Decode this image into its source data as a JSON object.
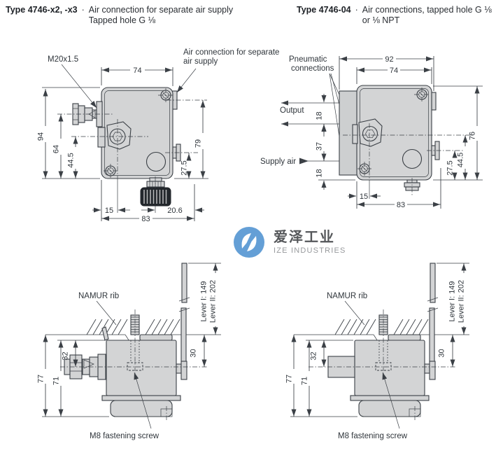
{
  "header_left": {
    "type": "Type 4746-x2, -x3",
    "dot": "·",
    "line1": "Air connection for separate air supply",
    "line2": "Tapped hole G ⅛"
  },
  "header_right": {
    "type": "Type 4746-04",
    "dot": "·",
    "line1": "Air connections, tapped hole G ⅛",
    "line2": "or ⅛ NPT"
  },
  "d1": {
    "label_gland": "M20x1.5",
    "label_air_1": "Air connection for separate",
    "label_air_2": "air supply",
    "dim_74": "74",
    "dim_94": "94",
    "dim_64": "64",
    "dim_445": "44.5",
    "dim_79": "79",
    "dim_275": "27.5",
    "dim_15": "15",
    "dim_206": "20.6",
    "dim_83": "83"
  },
  "d2": {
    "label_pneu_1": "Pneumatic",
    "label_pneu_2": "connections",
    "label_output": "Output",
    "label_supply": "Supply air",
    "dim_92": "92",
    "dim_74": "74",
    "dim_18a": "18",
    "dim_37": "37",
    "dim_18b": "18",
    "dim_76": "76",
    "dim_445": "44.5",
    "dim_275": "27.5",
    "dim_15": "15",
    "dim_83": "83"
  },
  "d3": {
    "label_namur": "NAMUR rib",
    "label_screw": "M8 fastening screw",
    "dim_32": "32",
    "dim_77": "77",
    "dim_71": "71",
    "dim_30": "30",
    "lever_i": "Lever I:  149",
    "lever_ii": "Lever II:  202"
  },
  "d4": {
    "label_namur": "NAMUR rib",
    "label_screw": "M8 fastening screw",
    "dim_32": "32",
    "dim_77": "77",
    "dim_71": "71",
    "dim_30": "30",
    "lever_i": "Lever I:  149",
    "lever_ii": "Lever II:  202"
  },
  "watermark": {
    "zh": "爱泽工业",
    "en": "IZE INDUSTRIES"
  },
  "colors": {
    "line": "#3b4046",
    "body_fill": "#d3d4d5",
    "logo_blue": "#649fd6"
  }
}
